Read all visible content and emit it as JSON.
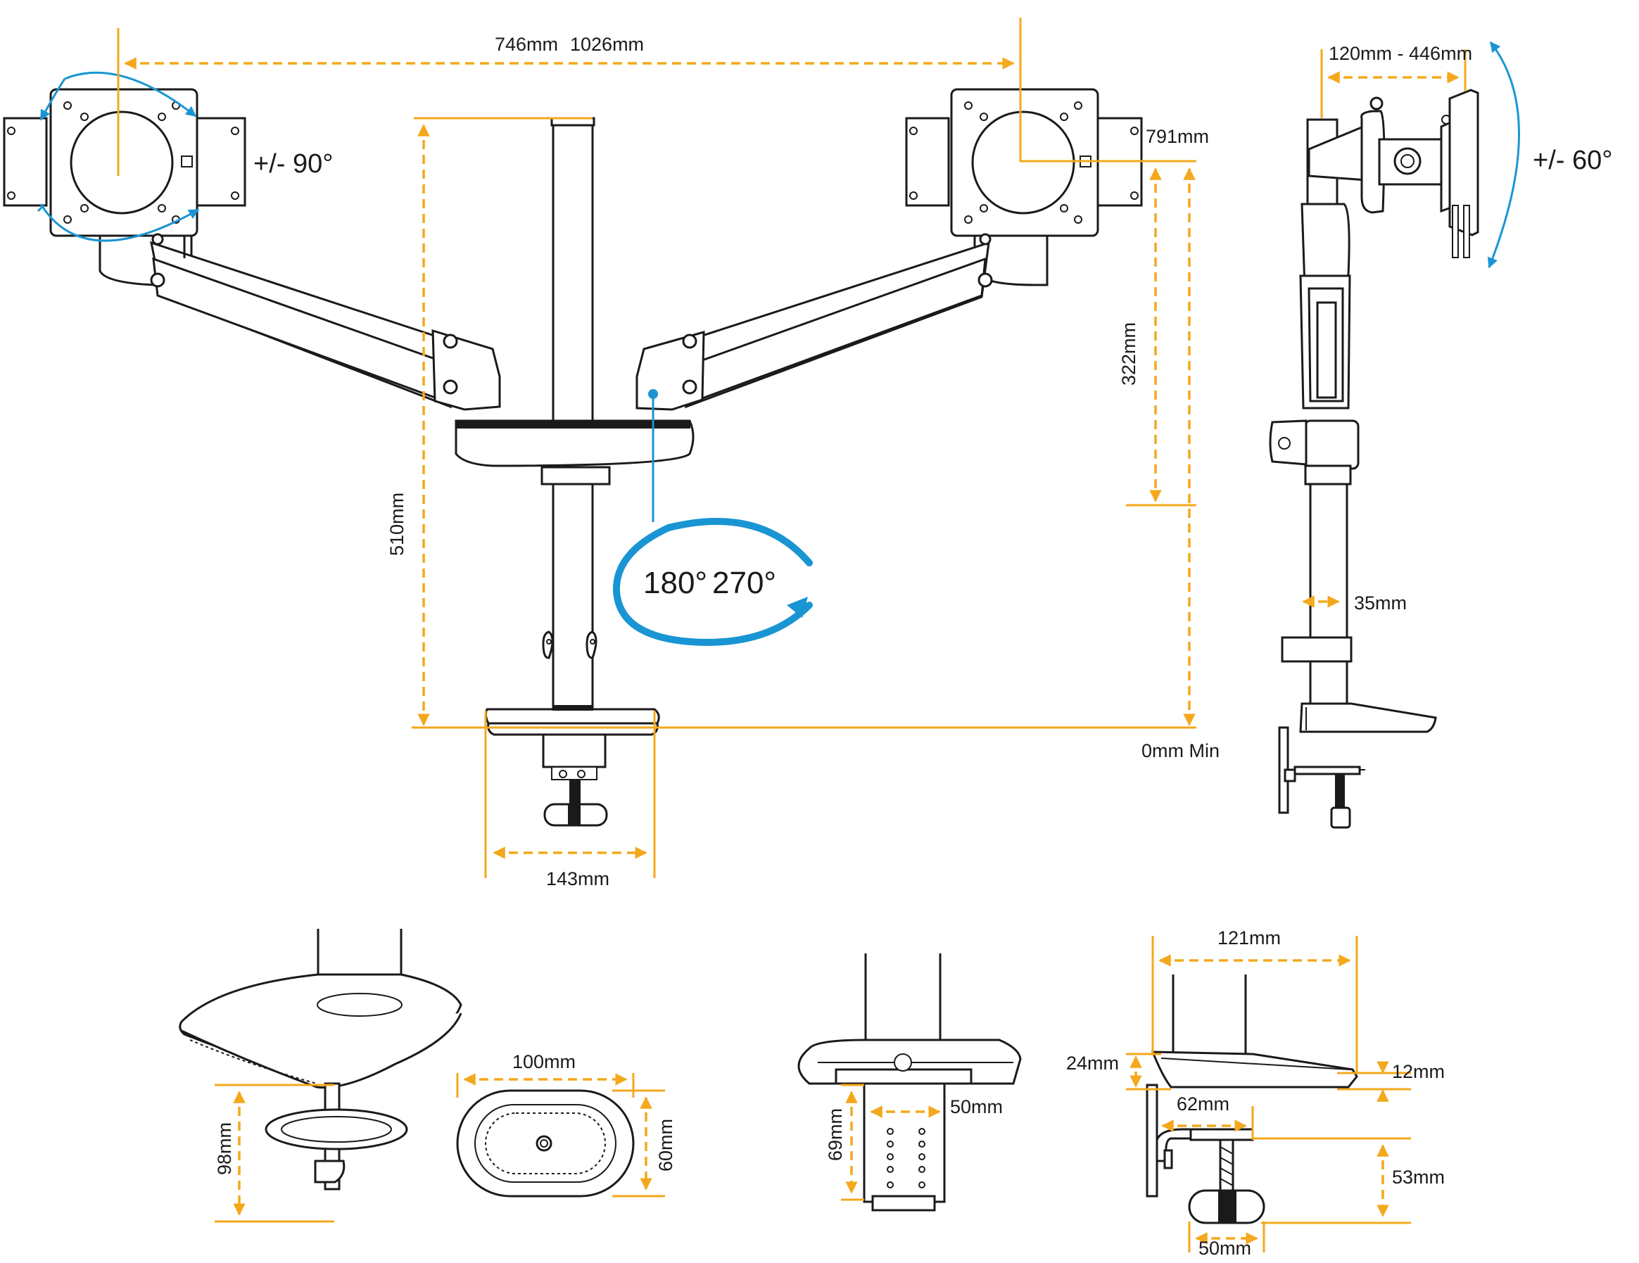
{
  "labels": {
    "arm_reach_min": "746mm",
    "arm_reach_max": "1026mm",
    "tilt_rotation": "+/- 90°",
    "height_791": "791mm",
    "height_322": "322mm",
    "height_510": "510mm",
    "base_width_143": "143mm",
    "zero_min": "0mm Min",
    "swivel_180": "180°",
    "swivel_270": "270°",
    "vesa_range": "120mm - 446mm",
    "tilt_60": "+/- 60°",
    "pole_diameter": "35mm",
    "grommet_100": "100mm",
    "grommet_60": "60mm",
    "grommet_98": "98mm",
    "clamp_69": "69mm",
    "clamp_50a": "50mm",
    "base_121": "121mm",
    "base_24": "24mm",
    "base_12": "12mm",
    "clamp_62": "62mm",
    "clamp_53": "53mm",
    "clamp_50b": "50mm"
  },
  "colors": {
    "dimension": "#f4a81c",
    "rotation": "#1a95d3",
    "outline": "#1a1a1a"
  }
}
